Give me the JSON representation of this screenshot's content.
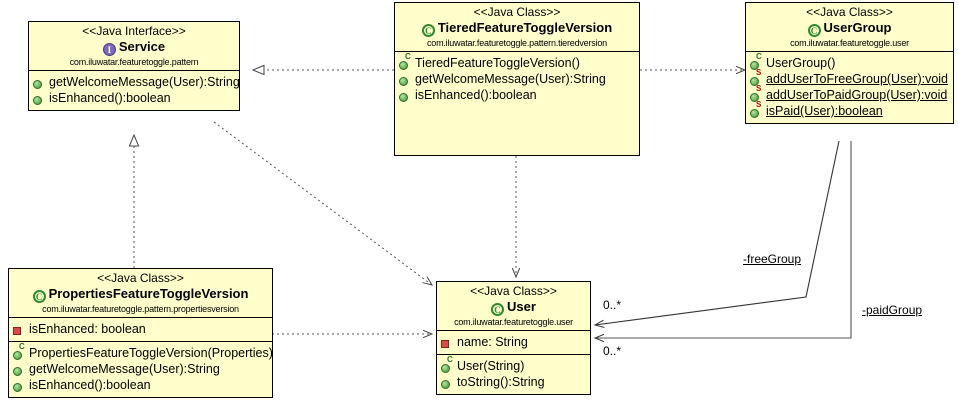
{
  "diagram": {
    "type": "uml-class-diagram",
    "background": "#ffffff",
    "class_fill": "#ffffcc",
    "class_border": "#000000"
  },
  "classes": {
    "service": {
      "stereotype": "<<Java Interface>>",
      "name": "Service",
      "package": "com.iluwatar.featuretoggle.pattern",
      "icon": "interface-icon",
      "fields": [],
      "methods": [
        {
          "label": "getWelcomeMessage(User):String",
          "icon": "method-icon",
          "badge": "",
          "static": false
        },
        {
          "label": "isEnhanced():boolean",
          "icon": "method-icon",
          "badge": "",
          "static": false
        }
      ]
    },
    "tiered": {
      "stereotype": "<<Java Class>>",
      "name": "TieredFeatureToggleVersion",
      "package": "com.iluwatar.featuretoggle.pattern.tieredversion",
      "icon": "class-icon",
      "fields": [],
      "methods": [
        {
          "label": "TieredFeatureToggleVersion()",
          "icon": "method-icon",
          "badge": "C",
          "static": false
        },
        {
          "label": "getWelcomeMessage(User):String",
          "icon": "method-icon",
          "badge": "",
          "static": false
        },
        {
          "label": "isEnhanced():boolean",
          "icon": "method-icon",
          "badge": "",
          "static": false
        }
      ]
    },
    "usergroup": {
      "stereotype": "<<Java Class>>",
      "name": "UserGroup",
      "package": "com.iluwatar.featuretoggle.user",
      "icon": "class-icon",
      "fields": [],
      "methods": [
        {
          "label": "UserGroup()",
          "icon": "method-icon",
          "badge": "C",
          "static": false
        },
        {
          "label": "addUserToFreeGroup(User):void",
          "icon": "method-icon",
          "badge": "S",
          "static": true
        },
        {
          "label": "addUserToPaidGroup(User):void",
          "icon": "method-icon",
          "badge": "S",
          "static": true
        },
        {
          "label": "isPaid(User):boolean",
          "icon": "method-icon",
          "badge": "S",
          "static": true
        }
      ]
    },
    "properties": {
      "stereotype": "<<Java Class>>",
      "name": "PropertiesFeatureToggleVersion",
      "package": "com.iluwatar.featuretoggle.pattern.propertiesversion",
      "icon": "class-icon",
      "fields": [
        {
          "label": "isEnhanced: boolean",
          "icon": "private-field-icon",
          "badge": "",
          "static": false
        }
      ],
      "methods": [
        {
          "label": "PropertiesFeatureToggleVersion(Properties)",
          "icon": "method-icon",
          "badge": "C",
          "static": false
        },
        {
          "label": "getWelcomeMessage(User):String",
          "icon": "method-icon",
          "badge": "",
          "static": false
        },
        {
          "label": "isEnhanced():boolean",
          "icon": "method-icon",
          "badge": "",
          "static": false
        }
      ]
    },
    "user": {
      "stereotype": "<<Java Class>>",
      "name": "User",
      "package": "com.iluwatar.featuretoggle.user",
      "icon": "class-icon",
      "fields": [
        {
          "label": "name: String",
          "icon": "private-field-icon",
          "badge": "",
          "static": false
        }
      ],
      "methods": [
        {
          "label": "User(String)",
          "icon": "method-icon",
          "badge": "C",
          "static": false
        },
        {
          "label": "toString():String",
          "icon": "method-icon",
          "badge": "",
          "static": false
        }
      ]
    }
  },
  "edge_labels": {
    "free_group": "-freeGroup",
    "paid_group": "-paidGroup",
    "mult_free": "0..*",
    "mult_paid": "0..*"
  }
}
